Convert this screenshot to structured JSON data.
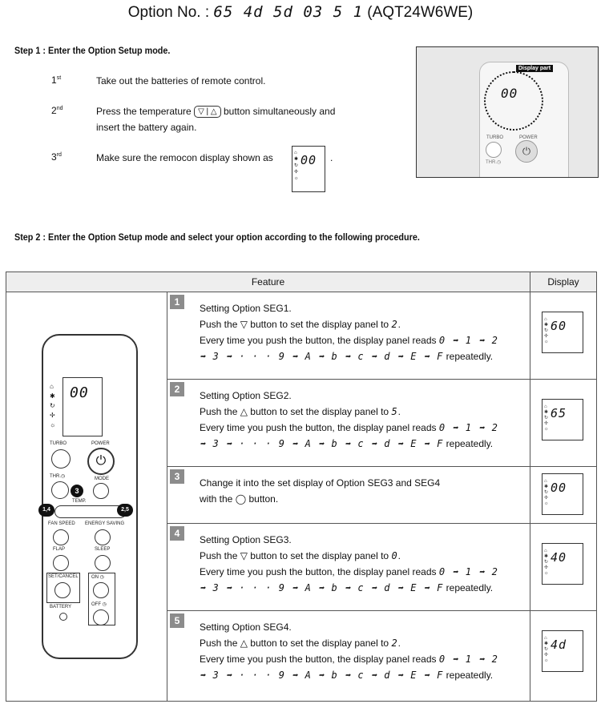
{
  "header": {
    "option_label": "Option No. :",
    "option_code": "65 4d 5d 03 5 1",
    "model": "(AQT24W6WE)"
  },
  "step1": {
    "title": "Step 1 : Enter the Option Setup mode.",
    "items": [
      {
        "ord": "1",
        "sup": "st",
        "text": "Take out the batteries of remote control."
      },
      {
        "ord": "2",
        "sup": "nd",
        "text_a": "Press the temperature",
        "btn": "▽ | △",
        "text_b": "button simultaneously and",
        "text_c": "insert the battery again."
      },
      {
        "ord": "3",
        "sup": "rd",
        "text": "Make sure the remocon display shown as",
        "disp": "00",
        "end": "."
      }
    ],
    "photo": {
      "display_part": "Display part",
      "lcd": "00",
      "turbo": "TURBO",
      "power": "POWER",
      "thr": "THR.◷"
    }
  },
  "step2": {
    "title": "Step 2 : Enter the Option Setup mode and select your option according to the following procedure."
  },
  "table": {
    "col_feature": "Feature",
    "col_display": "Display",
    "rows": [
      {
        "num": "1",
        "l1": "Setting Option SEG1.",
        "l2a": "Push the",
        "icon": "▽",
        "l2b": "button to set the display panel to",
        "val": "2",
        "l3": "Every time you push the button, the display panel reads",
        "seq1": "0 ➡ 1 ➡ 2",
        "seq2": "➡ 3 ➡ · · · 9 ➡ A ➡ b ➡ c ➡ d ➡ E ➡ F",
        "rep": "repeatedly.",
        "disp": "60"
      },
      {
        "num": "2",
        "l1": "Setting Option SEG2.",
        "l2a": "Push the",
        "icon": "△",
        "l2b": "button to set the display panel to",
        "val": "5",
        "l3": "Every time you push the button, the display panel reads",
        "seq1": "0 ➡ 1 ➡ 2",
        "seq2": "➡ 3 ➡ · · · 9 ➡ A ➡ b ➡ c ➡ d ➡ E ➡ F",
        "rep": "repeatedly.",
        "disp": "65"
      },
      {
        "num": "3",
        "l1": "Change it into the set display of Option SEG3 and SEG4",
        "l2a": "with the",
        "icon": "◯",
        "l2b": "button.",
        "disp": "00"
      },
      {
        "num": "4",
        "l1": "Setting Option SEG3.",
        "l2a": "Push the",
        "icon": "▽",
        "l2b": "button to set the display panel to",
        "val": "0",
        "l3": "Every time you push the button, the display panel reads",
        "seq1": "0 ➡ 1 ➡ 2",
        "seq2": "➡ 3 ➡ · · · 9 ➡ A ➡ b ➡ c ➡ d ➡ E ➡ F",
        "rep": "repeatedly.",
        "disp": "40"
      },
      {
        "num": "5",
        "l1": "Setting Option SEG4.",
        "l2a": "Push the",
        "icon": "△",
        "l2b": "button to set the display panel to",
        "val": "2",
        "l3": "Every time you push the button, the display panel reads",
        "seq1": "0 ➡ 1 ➡ 2",
        "seq2": "➡ 3 ➡ · · · 9 ➡ A ➡ b ➡ c ➡ d ➡ E ➡ F",
        "rep": "repeatedly.",
        "disp": "4d"
      }
    ]
  },
  "remote": {
    "lcd": "00",
    "turbo": "TURBO",
    "power": "POWER",
    "thr": "THR.◷",
    "mode": "MODE",
    "temp": "TEMP.",
    "fan_speed": "FAN SPEED",
    "energy_saving": "ENERGY SAVING",
    "flap": "FLAP",
    "sleep": "SLEEP",
    "set_cancel": "SET/CANCEL",
    "on": "ON ◷",
    "off": "OFF ◷",
    "battery": "BATTERY",
    "callout_3": "3",
    "callout_14": "1,4",
    "callout_25": "2,5"
  }
}
